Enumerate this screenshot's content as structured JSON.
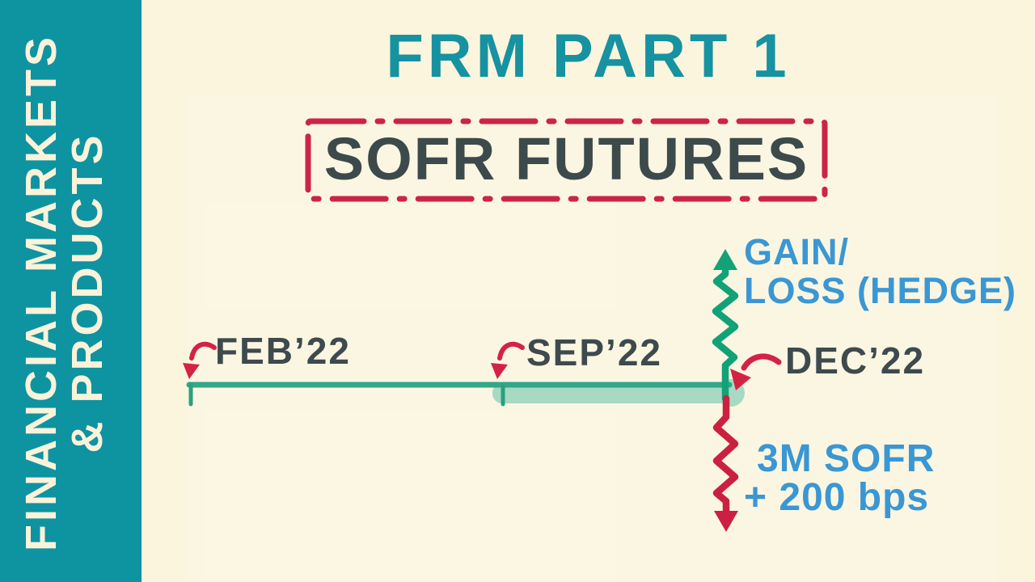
{
  "colors": {
    "banner_teal": "#0e93a1",
    "background_cream": "#fbf5dd",
    "accent_red": "#cd2446",
    "ink_dark": "#3e4a4d",
    "timeline_green": "#33a788",
    "highlight_green": "#a7dac2",
    "gain_arrow_green": "#12a277",
    "loss_arrow_red": "#cb2040",
    "note_blue": "#3a97d4"
  },
  "sidebar": {
    "line1": "FINANCIAL MARKETS",
    "line2": "& PRODUCTS"
  },
  "header": {
    "title": "FRM PART 1"
  },
  "board": {
    "title": "SOFR FUTURES",
    "timeline_points": [
      {
        "label": "FEB’22"
      },
      {
        "label": "SEP’22"
      },
      {
        "label": "DEC’22"
      }
    ],
    "up_label_line1": "GAIN/",
    "up_label_line2": "LOSS (HEDGE)",
    "down_label_line1": "3M SOFR",
    "down_label_line2": "+ 200 bps"
  }
}
